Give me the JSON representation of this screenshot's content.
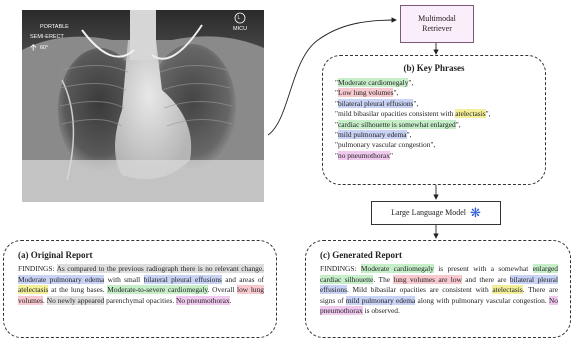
{
  "xray": {
    "overlay_portable": "PORTABLE",
    "overlay_semi_erect": "SEMI-ERECT",
    "overlay_angle": "60°",
    "overlay_micu": "MICU",
    "overlay_marker": "L"
  },
  "retriever": {
    "line1": "Multimodal",
    "line2": "Retriever"
  },
  "key_phrases": {
    "title": "(b) Key Phrases",
    "items": [
      {
        "text": "Moderate cardiomegaly",
        "color": "green"
      },
      {
        "text": "Low lung volumes",
        "color": "pink"
      },
      {
        "text": "bilateral pleural effusions",
        "color": "blue"
      },
      {
        "text": "mild bibasilar opacities consistent with ",
        "hl": "atelectasis",
        "color": "yellow"
      },
      {
        "text": "cardiac silhouette is somewhat enlarged",
        "color": "green"
      },
      {
        "text": "mild pulmonary edema",
        "color": "blue"
      },
      {
        "text": "pulmonary vascular congestion",
        "color": "none"
      },
      {
        "text": "no pneumothorax",
        "color": "purple"
      }
    ]
  },
  "llm": {
    "label": "Large Language Model",
    "icon": "sparkle-icon"
  },
  "original_report": {
    "title": "(a) Original Report",
    "segments": [
      {
        "t": "FINDINGS: ",
        "c": ""
      },
      {
        "t": "As compared to the previous radiograph there is no relevant change.",
        "c": "gray"
      },
      {
        "t": " ",
        "c": ""
      },
      {
        "t": "Moderate pulmonary edema",
        "c": "blue"
      },
      {
        "t": " with small ",
        "c": ""
      },
      {
        "t": "bilateral pleural effusions",
        "c": "blue"
      },
      {
        "t": " and areas of ",
        "c": ""
      },
      {
        "t": "atelectasis",
        "c": "yellow"
      },
      {
        "t": " at the lung bases. ",
        "c": ""
      },
      {
        "t": "Moderate-to-severe cardiomegaly",
        "c": "green"
      },
      {
        "t": ". Overall ",
        "c": ""
      },
      {
        "t": "low lung volumes",
        "c": "pink"
      },
      {
        "t": ". ",
        "c": ""
      },
      {
        "t": "No newly appeared",
        "c": "gray"
      },
      {
        "t": " parenchymal opacities. ",
        "c": ""
      },
      {
        "t": "No pneumothorax",
        "c": "purple"
      },
      {
        "t": ".",
        "c": ""
      }
    ]
  },
  "generated_report": {
    "title": "(c) Generated Report",
    "segments": [
      {
        "t": "FINDINGS: ",
        "c": ""
      },
      {
        "t": "Moderate cardiomegaly",
        "c": "green"
      },
      {
        "t": " is present with a somewhat ",
        "c": ""
      },
      {
        "t": "enlarged cardiac silhouette",
        "c": "green"
      },
      {
        "t": ". The ",
        "c": ""
      },
      {
        "t": "lung volumes are low",
        "c": "pink"
      },
      {
        "t": " and there are ",
        "c": ""
      },
      {
        "t": "bilateral pleural effusions",
        "c": "blue"
      },
      {
        "t": ". Mild bibasilar opacities are consistent with ",
        "c": ""
      },
      {
        "t": "atelectasis",
        "c": "yellow"
      },
      {
        "t": ". There are signs of ",
        "c": ""
      },
      {
        "t": "mild pulmonary edema",
        "c": "blue"
      },
      {
        "t": " along with pulmonary vascular congestion. ",
        "c": ""
      },
      {
        "t": "No pneumothorax",
        "c": "purple"
      },
      {
        "t": " is observed.",
        "c": ""
      }
    ]
  },
  "colors": {
    "green": "#c6efc9",
    "pink": "#f8c9cf",
    "blue": "#c9d3f5",
    "yellow": "#f3ef9b",
    "purple": "#f0c9ef",
    "gray": "#dedede"
  }
}
